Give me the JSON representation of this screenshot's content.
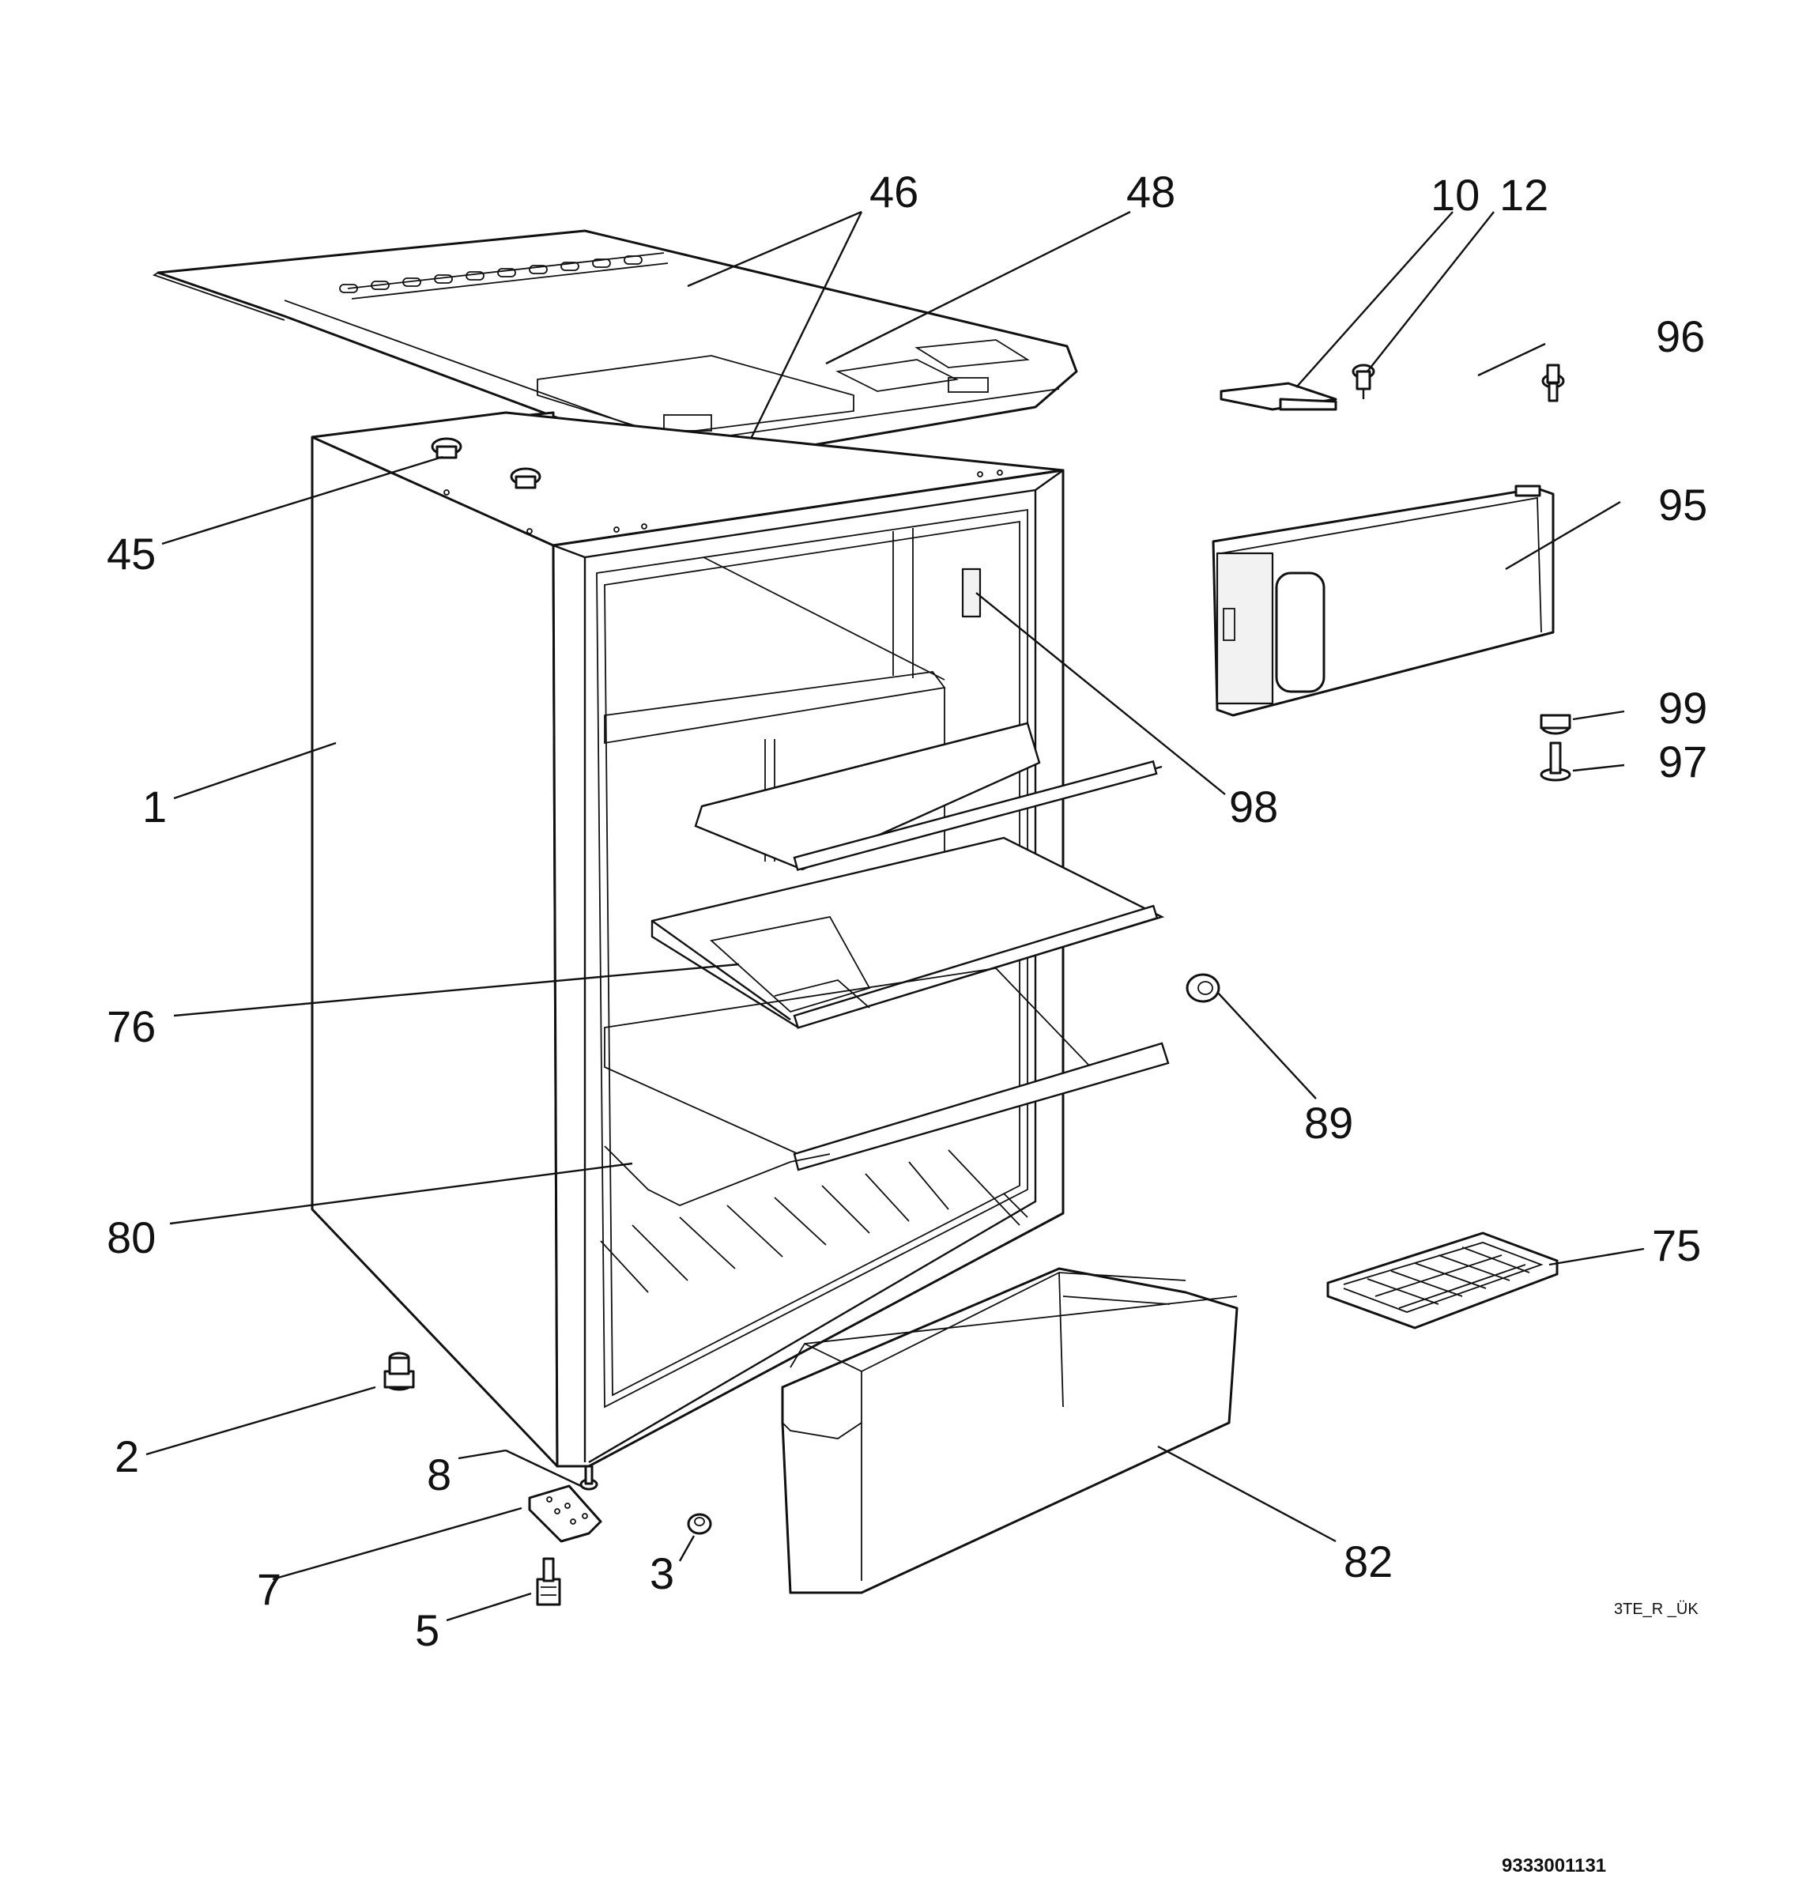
{
  "callouts": {
    "c1": "1",
    "c2": "2",
    "c3": "3",
    "c5": "5",
    "c7": "7",
    "c8": "8",
    "c10": "10",
    "c12": "12",
    "c45": "45",
    "c46": "46",
    "c48": "48",
    "c75": "75",
    "c76": "76",
    "c80": "80",
    "c82": "82",
    "c89": "89",
    "c95": "95",
    "c96": "96",
    "c97": "97",
    "c98": "98",
    "c99": "99"
  },
  "variant_code": "3TE_R _ÜK",
  "drawing_number": "9333001131"
}
